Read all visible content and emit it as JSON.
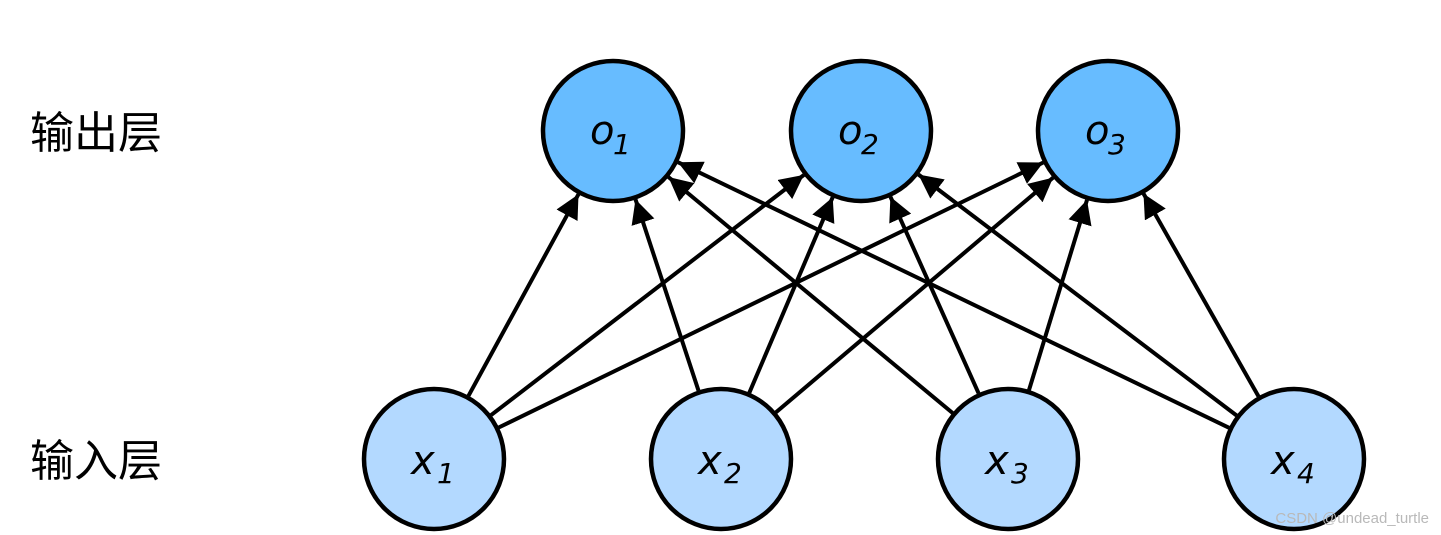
{
  "labels": {
    "output_layer": "输出层",
    "input_layer": "输入层"
  },
  "output_nodes": [
    {
      "var": "o",
      "sub": "1"
    },
    {
      "var": "o",
      "sub": "2"
    },
    {
      "var": "o",
      "sub": "3"
    }
  ],
  "input_nodes": [
    {
      "var": "x",
      "sub": "1"
    },
    {
      "var": "x",
      "sub": "2"
    },
    {
      "var": "x",
      "sub": "3"
    },
    {
      "var": "x",
      "sub": "4"
    }
  ],
  "colors": {
    "output_fill": "#67bcff",
    "input_fill": "#b3d9ff",
    "stroke": "#000000"
  },
  "watermark": "CSDN @undead_turtle"
}
